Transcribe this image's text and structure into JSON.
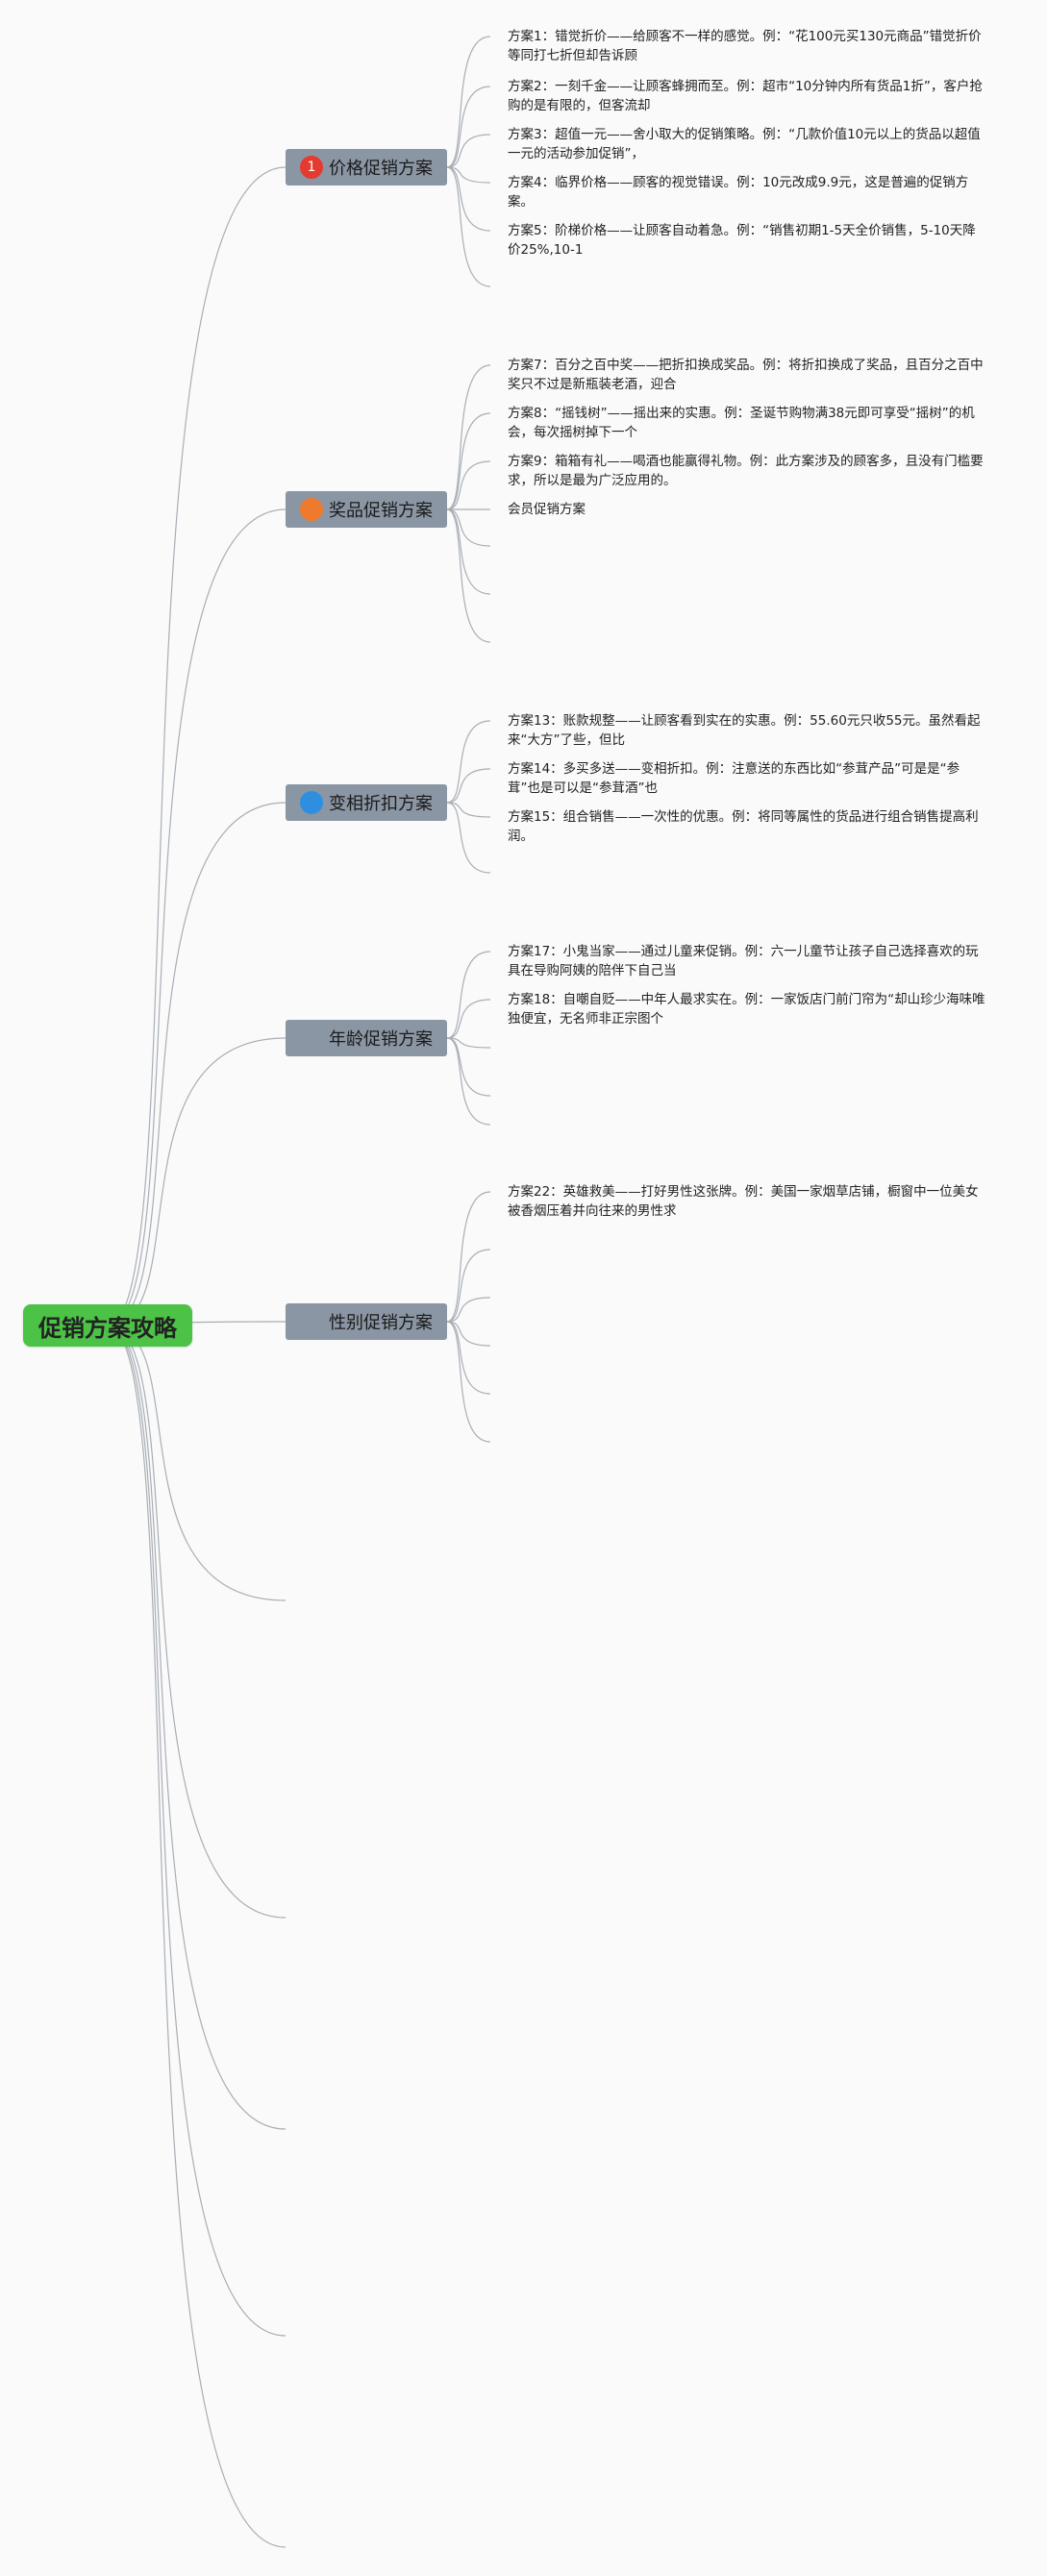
{
  "root": {
    "label": "促销方案攻略"
  },
  "branches": [
    {
      "label": "价格促销方案",
      "badge": "1",
      "badge_color": "#e53a2f"
    },
    {
      "label": "奖品促销方案",
      "badge": "",
      "badge_color": "#ef7a2d"
    },
    {
      "label": "变相折扣方案",
      "badge": "",
      "badge_color": "#2e8fe0"
    },
    {
      "label": "年龄促销方案",
      "badge": "",
      "badge_color": "#8a96a3"
    },
    {
      "label": "性别促销方案",
      "badge": "",
      "badge_color": "#8a96a3"
    }
  ],
  "leaves": [
    "方案1：错觉折价——给顾客不一样的感觉。例：“花100元买130元商品”错觉折价等同打七折但却告诉顾",
    "方案2：一刻千金——让顾客蜂拥而至。例：超市“10分钟内所有货品1折”，客户抢购的是有限的，但客流却",
    "方案3：超值一元——舍小取大的促销策略。例：“几款价值10元以上的货品以超值一元的活动参加促销”，",
    "方案4：临界价格——顾客的视觉错误。例：10元改成9.9元，这是普遍的促销方案。",
    "方案5：阶梯价格——让顾客自动着急。例：“销售初期1-5天全价销售，5-10天降价25%,10-1",
    "方案7：百分之百中奖——把折扣换成奖品。例：将折扣换成了奖品，且百分之百中奖只不过是新瓶装老酒，迎合",
    "方案8：“摇钱树”——摇出来的实惠。例：圣诞节购物满38元即可享受“摇树”的机会，每次摇树掉下一个",
    "方案9：箱箱有礼——喝酒也能赢得礼物。例：此方案涉及的顾客多，且没有门槛要求，所以是最为广泛应用的。",
    "会员促销方案",
    "方案13：账款规整——让顾客看到实在的实惠。例：55.60元只收55元。虽然看起来“大方”了些，但比",
    "方案14：多买多送——变相折扣。例：注意送的东西比如“参茸产品”可是是“参茸”也是可以是“参茸酒”也",
    "方案15：组合销售——一次性的优惠。例：将同等属性的货品进行组合销售提高利润。",
    "方案17：小鬼当家——通过儿童来促销。例：六一儿童节让孩子自己选择喜欢的玩具在导购阿姨的陪伴下自己当",
    "方案18：自嘲自贬——中年人最求实在。例：一家饭店门前门帘为“却山珍少海味唯独便宜，无名师非正宗图个",
    "方案22：英雄救美——打好男性这张牌。例：美国一家烟草店铺，橱窗中一位美女被香烟压着并向往来的男性求"
  ]
}
